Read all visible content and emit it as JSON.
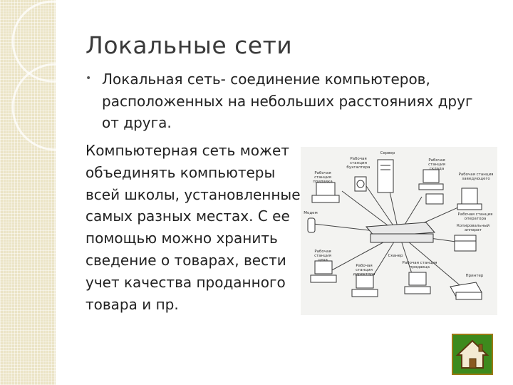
{
  "slide": {
    "title": "Локальные сети",
    "bullet": "Локальная сеть- соединение компьютеров, расположенных на небольших расстояниях друг от друга.",
    "paragraph": "Компьютерная сеть может объединять компьютеры всей школы, установленные в самых разных местах. С ее помощью можно хранить сведение о товарах, вести учет качества проданного товара и пр."
  },
  "diagram": {
    "labels": [
      "Сервер",
      "Рабочая станция бухгалтера",
      "Рабочая станция\nсклада",
      "Рабочая станция\nзаведующего",
      "Модем",
      "Рабочая станция\nприлавка",
      "Рабочая станция\nцеха",
      "Рабочая станция\nдиректора",
      "Рабочая станция\nпродавца",
      "Рабочая станция\nоператора",
      "Принтер",
      "Копировальный\nаппарат",
      "Сканер"
    ]
  },
  "nav": {
    "home_icon": "home-icon"
  },
  "colors": {
    "strip": "#ebe4c6",
    "button": "#3d8a1d",
    "button_border": "#9c7a14"
  }
}
